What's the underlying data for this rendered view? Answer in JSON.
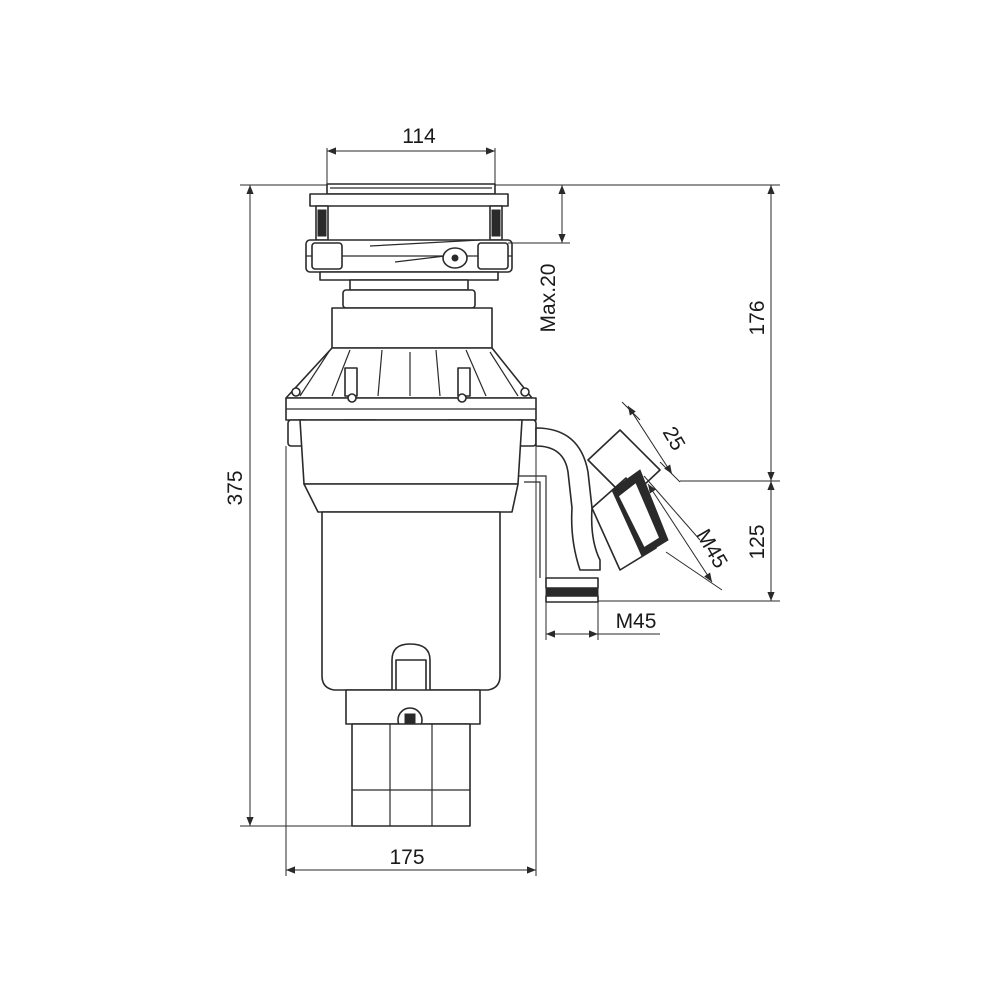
{
  "dimensions": {
    "flange_width": "114",
    "total_height": "375",
    "inlet_height": "176",
    "max_thickness": "Max.20",
    "outlet_angle_offset": "25",
    "outlet_height": "125",
    "side_thread": "M45",
    "bottom_thread": "M45",
    "body_width": "175"
  },
  "colors": {
    "line": "#2a2a2a",
    "background": "#ffffff"
  }
}
